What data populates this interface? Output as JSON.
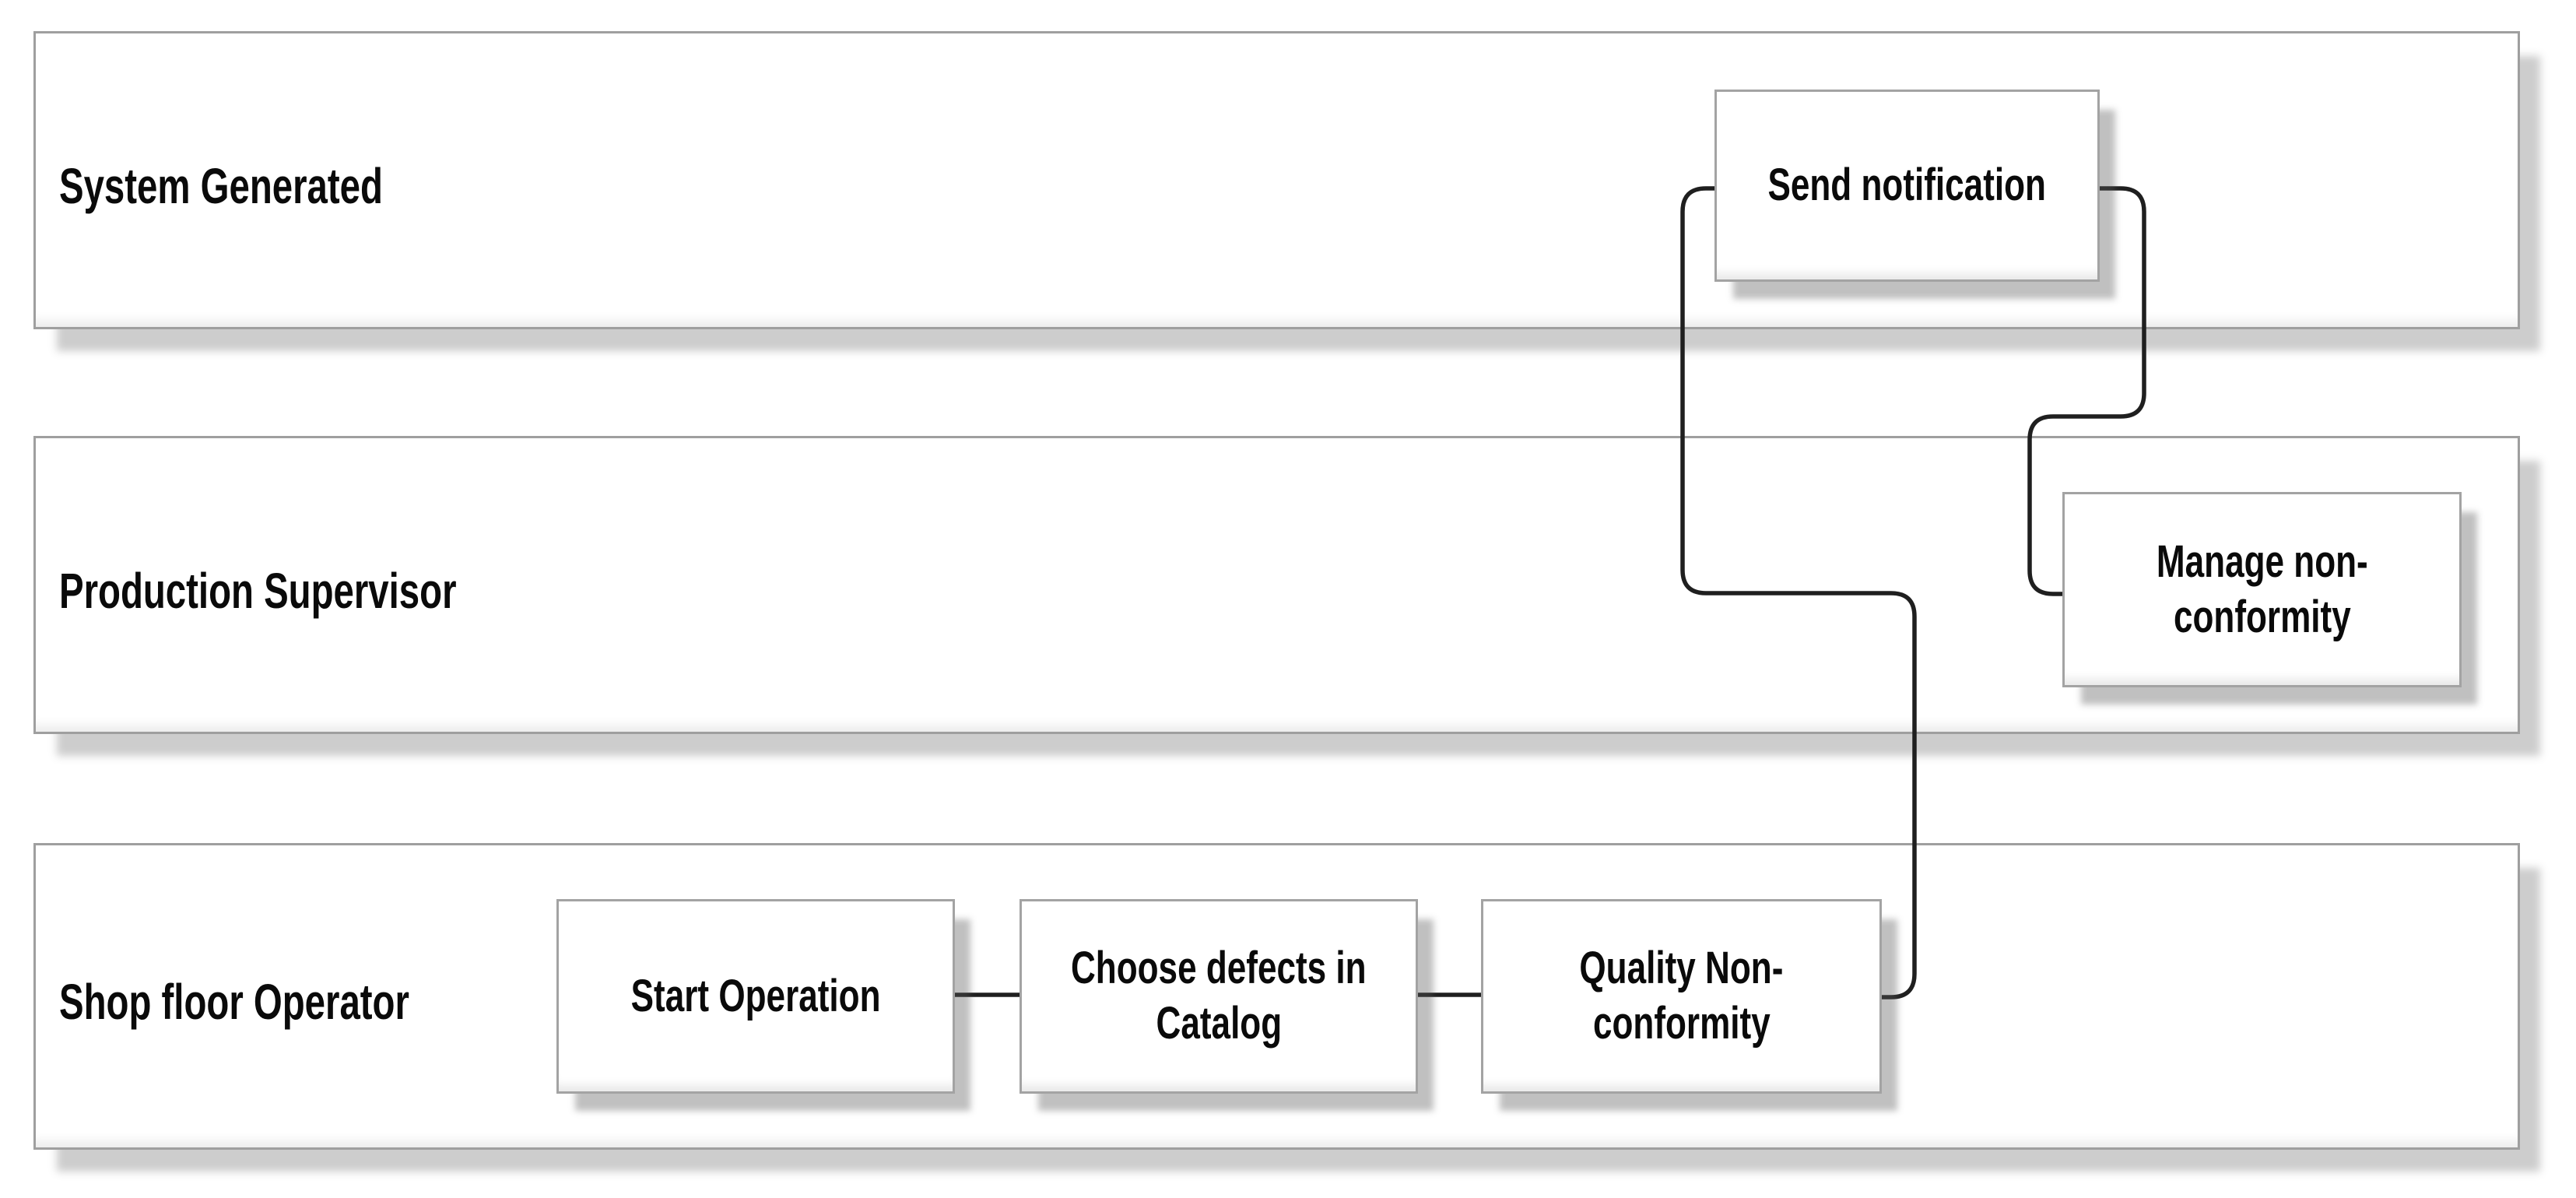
{
  "diagram": {
    "type": "swimlane-flowchart",
    "lanes": [
      {
        "id": "system-generated",
        "label": "System Generated"
      },
      {
        "id": "production-supervisor",
        "label": "Production Supervisor"
      },
      {
        "id": "shop-floor-operator",
        "label": "Shop floor Operator"
      }
    ],
    "nodes": [
      {
        "id": "send-notification",
        "lane": "system-generated",
        "label": "Send notification",
        "lines": [
          "Send notification"
        ]
      },
      {
        "id": "manage-non-conformity",
        "lane": "production-supervisor",
        "label": "Manage non-conformity",
        "lines": [
          "Manage non-",
          "conformity"
        ]
      },
      {
        "id": "start-operation",
        "lane": "shop-floor-operator",
        "label": "Start Operation",
        "lines": [
          "Start Operation"
        ]
      },
      {
        "id": "choose-defects-in-catalog",
        "lane": "shop-floor-operator",
        "label": "Choose defects in Catalog",
        "lines": [
          "Choose defects in",
          "Catalog"
        ]
      },
      {
        "id": "quality-non-conformity",
        "lane": "shop-floor-operator",
        "label": "Quality Non-conformity",
        "lines": [
          "Quality Non-",
          "conformity"
        ]
      }
    ],
    "connections": [
      {
        "from": "start-operation",
        "to": "choose-defects-in-catalog"
      },
      {
        "from": "choose-defects-in-catalog",
        "to": "quality-non-conformity"
      },
      {
        "from": "quality-non-conformity",
        "to": "send-notification"
      },
      {
        "from": "send-notification",
        "to": "manage-non-conformity"
      }
    ],
    "colors": {
      "background": "#ffffff",
      "lane_border": "#9f9f9f",
      "node_border": "#a3a3a3",
      "connector": "#1f1f1f",
      "text": "#0a0a0a"
    }
  }
}
